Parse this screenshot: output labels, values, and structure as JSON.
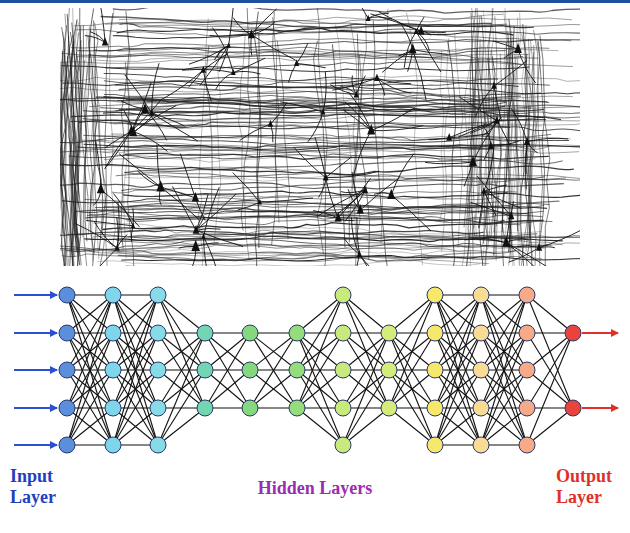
{
  "diagram": {
    "labels": [
      "Input Layer",
      "Hidden Layers",
      "Output Layer"
    ]
  }
}
